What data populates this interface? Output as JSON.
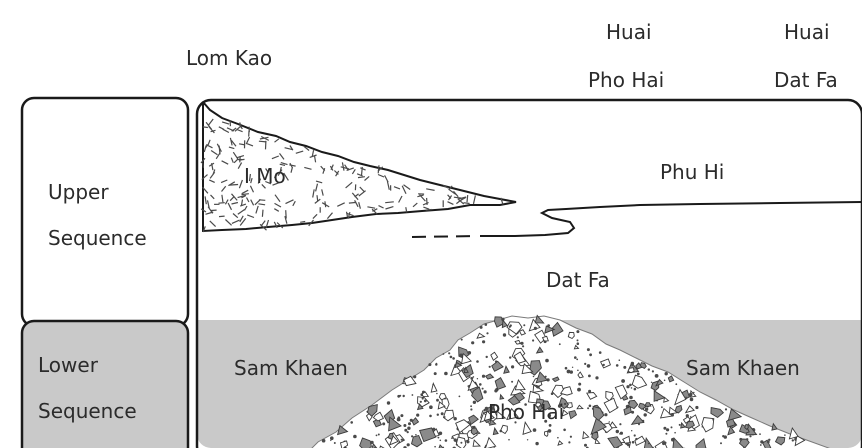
{
  "locations": {
    "lom_kao": "Lom Kao",
    "huai_pho_hai": [
      "Huai",
      "Pho Hai"
    ],
    "huai_dat_fa": [
      "Huai",
      "Dat Fa"
    ]
  },
  "sequences": {
    "upper": [
      "Upper",
      "Sequence"
    ],
    "lower": [
      "Lower",
      "Sequence"
    ]
  },
  "units": {
    "i_mo": "I Mo",
    "phu_hi": "Phu Hi",
    "dat_fa": "Dat Fa",
    "sam_khaen_left": "Sam Khaen",
    "sam_khaen_right": "Sam Khaen",
    "pho_hai": "Pho Hai"
  },
  "colors": {
    "lower_fill": "#c9c9c9",
    "line": "#1a1a1a",
    "background": "#ffffff"
  }
}
